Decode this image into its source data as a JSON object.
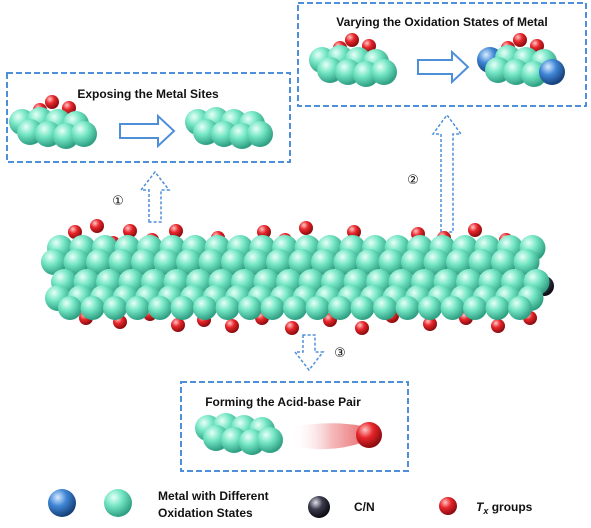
{
  "panels": {
    "exposing": {
      "title": "Exposing the Metal Sites",
      "step": "①"
    },
    "varying": {
      "title": "Varying the Oxidation States of Metal",
      "step": "②"
    },
    "forming": {
      "title": "Forming the Acid-base Pair",
      "step": "③"
    }
  },
  "legend": {
    "metal_line1": "Metal with Different",
    "metal_line2": "Oxidation States",
    "cn": "C/N",
    "tx_symbol": "T",
    "tx_sub": "x",
    "tx_rest": " groups"
  },
  "colors": {
    "metal": "#6fe3c2",
    "metal_oxidized": "#3a7fd0",
    "tx": "#e8262b",
    "cn": "#2a2a3a",
    "box_border": "#4f8fd9",
    "arrow": "#4f8fd9"
  }
}
